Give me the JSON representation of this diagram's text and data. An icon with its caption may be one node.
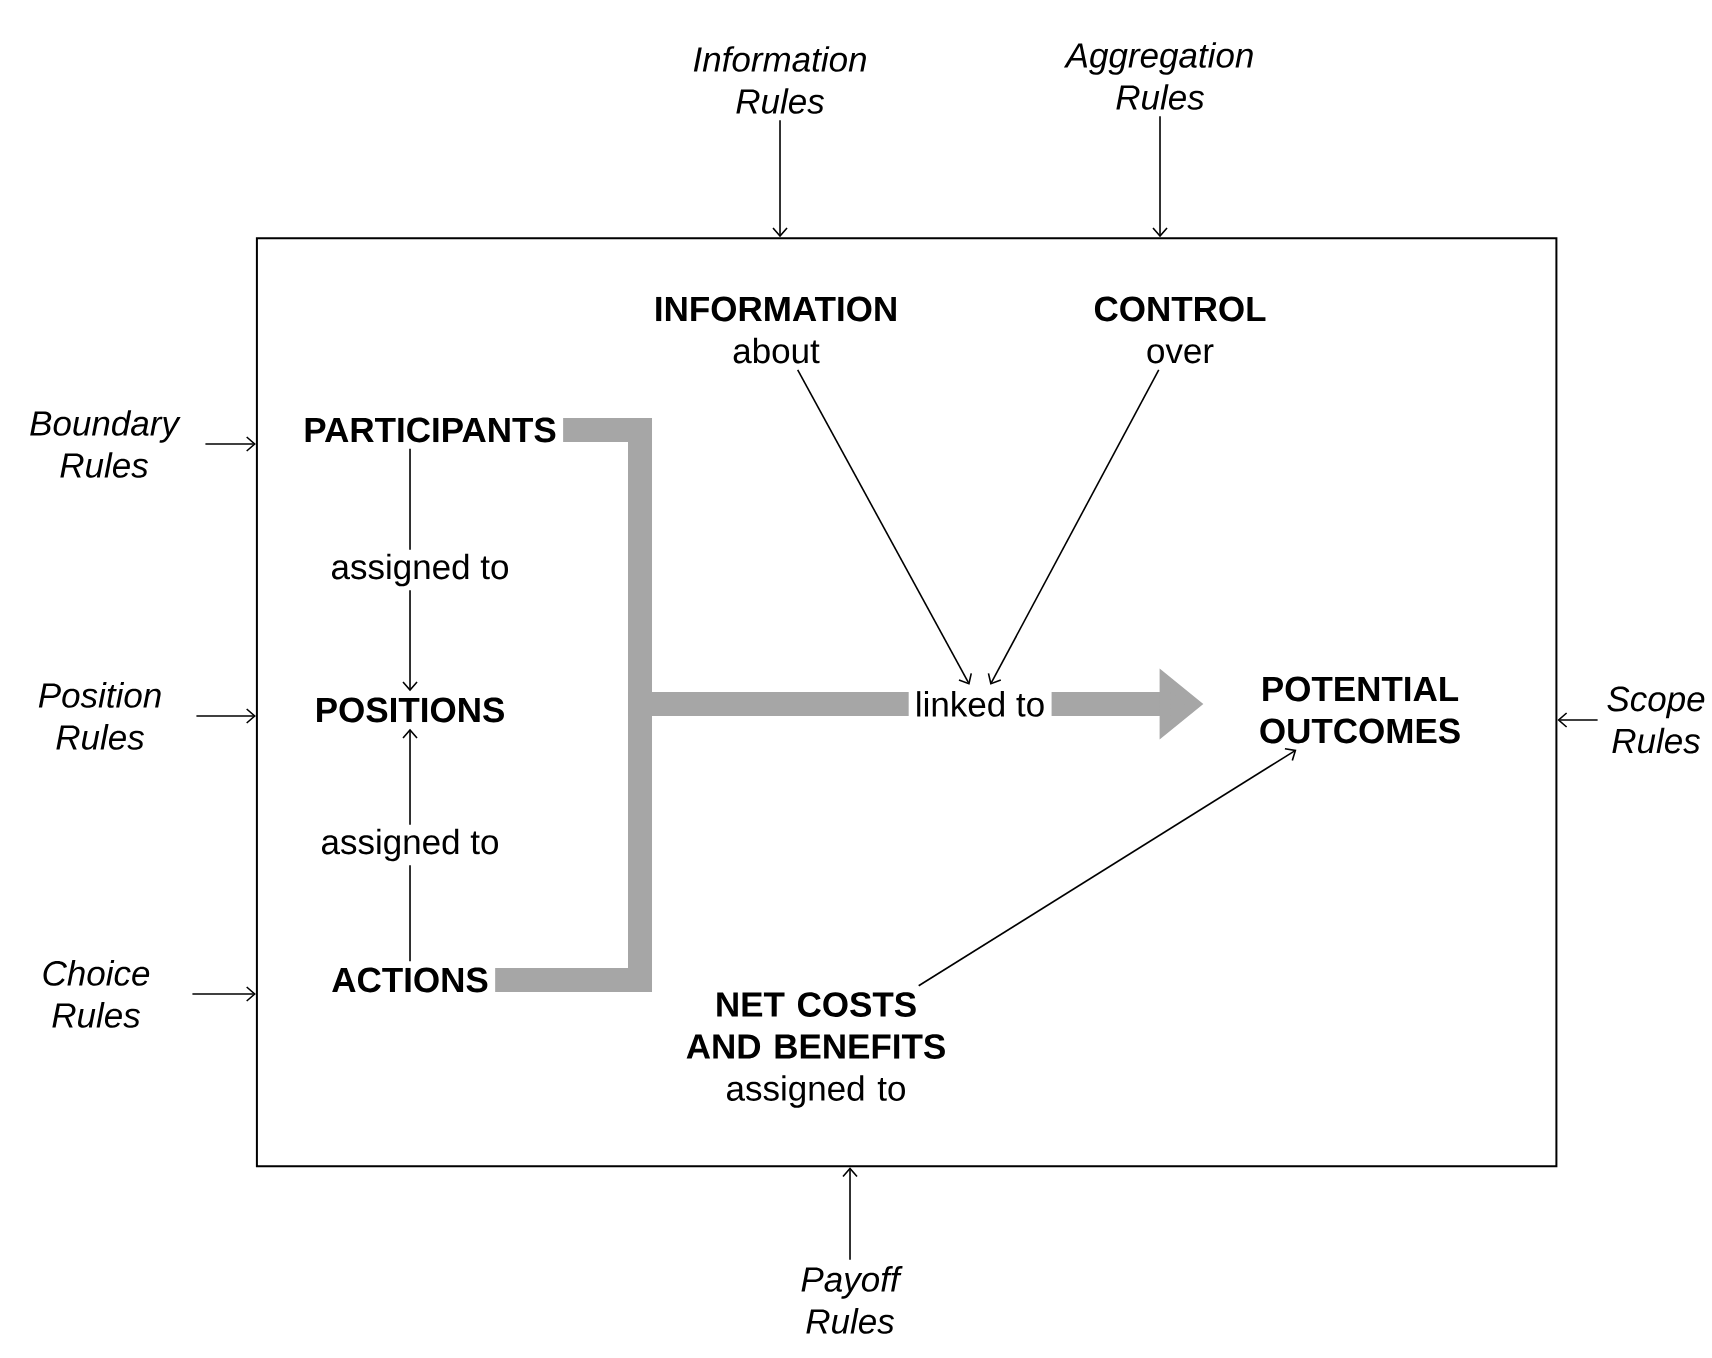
{
  "diagram": {
    "nodes": [
      {
        "text": [],
        "shape": "box"
      },
      {
        "text": [
          "INFORMATION",
          "about"
        ],
        "in": 0
      },
      {
        "text": [
          "CONTROL",
          "over"
        ],
        "in": 0
      },
      {
        "text": [
          "PARTICIPANTS"
        ],
        "in": 0
      },
      {
        "text": [
          "POSITIONS"
        ],
        "in": 0
      },
      {
        "text": [
          "ACTIONS"
        ],
        "in": 0
      },
      {
        "text": [
          "linked to"
        ],
        "in": 0
      },
      {
        "text": [
          "POTENTIAL OUTCOMES"
        ],
        "in": 0
      },
      {
        "text": [
          "NET COSTS AND BENEFITS",
          "assigned to"
        ],
        "in": 0
      },
      {
        "text": [
          "Information Rules"
        ]
      },
      {
        "text": [
          "Aggregation Rules"
        ]
      },
      {
        "text": [
          "Boundary Rules"
        ]
      },
      {
        "text": [
          "Position Rules"
        ]
      },
      {
        "text": [
          "Choice Rules"
        ]
      },
      {
        "text": [
          "Scope Rules"
        ]
      },
      {
        "text": [
          "Payoff Rules"
        ]
      }
    ],
    "edges": [
      {
        "from": 3,
        "to": 4,
        "arrow": "to",
        "label": "assigned to"
      },
      {
        "from": 5,
        "to": 4,
        "arrow": "to",
        "label": "assigned to"
      },
      {
        "from": 1,
        "to": 6,
        "arrow": "to"
      },
      {
        "from": 2,
        "to": 6,
        "arrow": "to"
      },
      {
        "from": 3,
        "to": 6,
        "arrow": "none",
        "style": "thick",
        "color": "#a6a6a6"
      },
      {
        "from": 5,
        "to": 6,
        "arrow": "none",
        "style": "thick",
        "color": "#a6a6a6"
      },
      {
        "from": 6,
        "to": 7,
        "arrow": "to",
        "style": "thick",
        "color": "#a6a6a6"
      },
      {
        "from": 8,
        "to": 7,
        "arrow": "to"
      },
      {
        "from": 9,
        "to": 0,
        "arrow": "to"
      },
      {
        "from": 10,
        "to": 0,
        "arrow": "to"
      },
      {
        "from": 11,
        "to": 0,
        "arrow": "to"
      },
      {
        "from": 12,
        "to": 0,
        "arrow": "to"
      },
      {
        "from": 13,
        "to": 0,
        "arrow": "to"
      },
      {
        "from": 14,
        "to": 0,
        "arrow": "to"
      },
      {
        "from": 15,
        "to": 0,
        "arrow": "to"
      }
    ]
  }
}
